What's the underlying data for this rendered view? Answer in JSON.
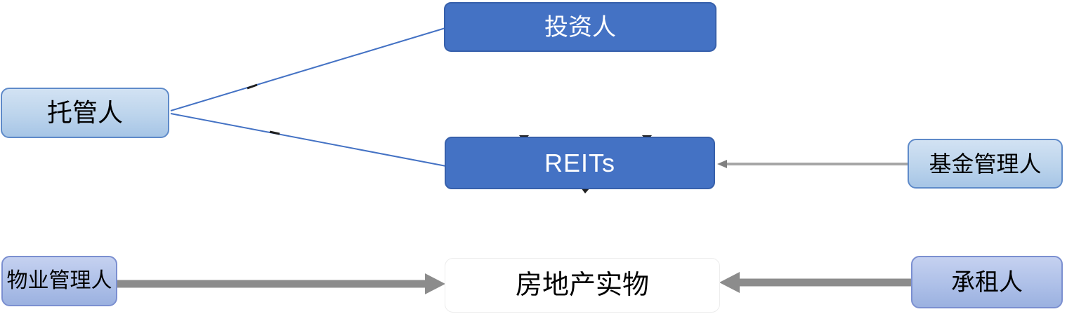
{
  "diagram": {
    "type": "flow-diagram",
    "topic": "REITs structure",
    "nodes": {
      "investor": {
        "label": "投资人",
        "style": "solid-blue"
      },
      "custodian": {
        "label": "托管人",
        "style": "pale-blue-gradient"
      },
      "reits": {
        "label": "REITs",
        "style": "solid-blue"
      },
      "fund_manager": {
        "label": "基金管理人",
        "style": "pale-blue-gradient"
      },
      "property_manager": {
        "label": "物业管理人",
        "style": "periwinkle-gradient"
      },
      "real_estate": {
        "label": "房地产实物",
        "style": "white"
      },
      "lessee": {
        "label": "承租人",
        "style": "periwinkle-gradient"
      }
    },
    "edges": [
      {
        "from": "托管人",
        "to": "投资人",
        "type": "thin-line",
        "color": "blue"
      },
      {
        "from": "托管人",
        "to": "REITs",
        "type": "thin-line",
        "color": "blue"
      },
      {
        "from": "基金管理人",
        "to": "REITs",
        "type": "thin-arrow",
        "color": "gray"
      },
      {
        "from": "物业管理人",
        "to": "房地产实物",
        "type": "thick-arrow",
        "color": "gray"
      },
      {
        "from": "承租人",
        "to": "房地产实物",
        "type": "thick-arrow",
        "color": "gray"
      }
    ],
    "colors": {
      "primary_blue_fill": "#4472C4",
      "primary_blue_border": "#3760AB",
      "pale_blue_fill": "#BDD7EE",
      "pale_blue_border": "#5E8AC9",
      "periwinkle_fill": "#AEC0E8",
      "periwinkle_border": "#7B8FD0",
      "connector_blue": "#4472C4",
      "arrow_gray_thick": "#8C8C8C",
      "arrow_gray_thin": "#A6A6A6",
      "arrowhead_gray": "#808080",
      "text_dark": "#000000",
      "text_light": "#FFFFFF"
    }
  }
}
